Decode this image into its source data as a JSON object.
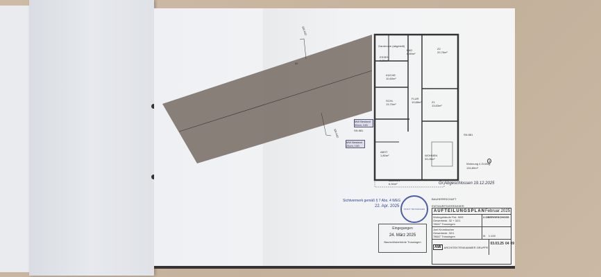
{
  "plan": {
    "section_marks": [
      "SN A42",
      "SN A42",
      "SN 881",
      "SN 881"
    ],
    "parcel_label": "60",
    "bestand_notes": [
      "MW Bestand 30cm, f.60",
      "MW Bestand 24cm, f.60"
    ],
    "rooms": [
      {
        "name": "Garderobe (abgeteilt)"
      },
      {
        "name": "ESSEN",
        "area": "9,30m²"
      },
      {
        "name": "BAD",
        "area": "6,89m²"
      },
      {
        "name": "Z2",
        "area": "20,76m²"
      },
      {
        "name": "KÜCHE",
        "area": "10,60m²"
      },
      {
        "name": "FLUR",
        "area": "13,88m²"
      },
      {
        "name": "SCHL",
        "area": "13,70m²"
      },
      {
        "name": "Z1",
        "area": "13,63m²"
      },
      {
        "name": "WOHNEN",
        "area": "33,26m²"
      },
      {
        "name": "ABST",
        "area": "1,80m²"
      },
      {
        "name": "BALKON",
        "area": "6,94m²"
      }
    ],
    "unit_label": "Wohnung 4 Zi-Whg",
    "unit_area": "134,80m²",
    "unit_number": "4"
  },
  "annotations": {
    "handwritten_date": "Gr.Abgeschlossen 19.12.2025",
    "sichtvermerk": "Sichtvermerk gemäß § 7 Abs. 4 WEG",
    "stamp_date": "22. Apr. 2025",
    "seal_text": "STADT TROSSINGEN"
  },
  "received_stamp": {
    "line1": "Eingegangen",
    "date": "24. März 2025",
    "line3": "Baurechtsbehörde Trossingen"
  },
  "signatures": {
    "owner_label": "BAUHERRSCHAFT",
    "architect_label": "ENTWURFSVERFASSER"
  },
  "title_block": {
    "title": "AUFTEILUNGSPLAN",
    "date": "Februar 2025",
    "floor": "2.OBERGESCHOSS",
    "project": "Wohngebäude Flst. 50/5",
    "address": "Gewerbestr. 32 + 32/1",
    "city": "78647 Trossingen",
    "client": "Joel Krumbacher",
    "client_address": "Gewerbestr. 32/1",
    "client_city": "78647 Trossingen",
    "office": "ARCHITEKTENKAMMER GRUPPE",
    "scale_label": "M",
    "scale": "1:100",
    "plan_date": "03.03.25",
    "plan_no": "04",
    "index": "09"
  }
}
